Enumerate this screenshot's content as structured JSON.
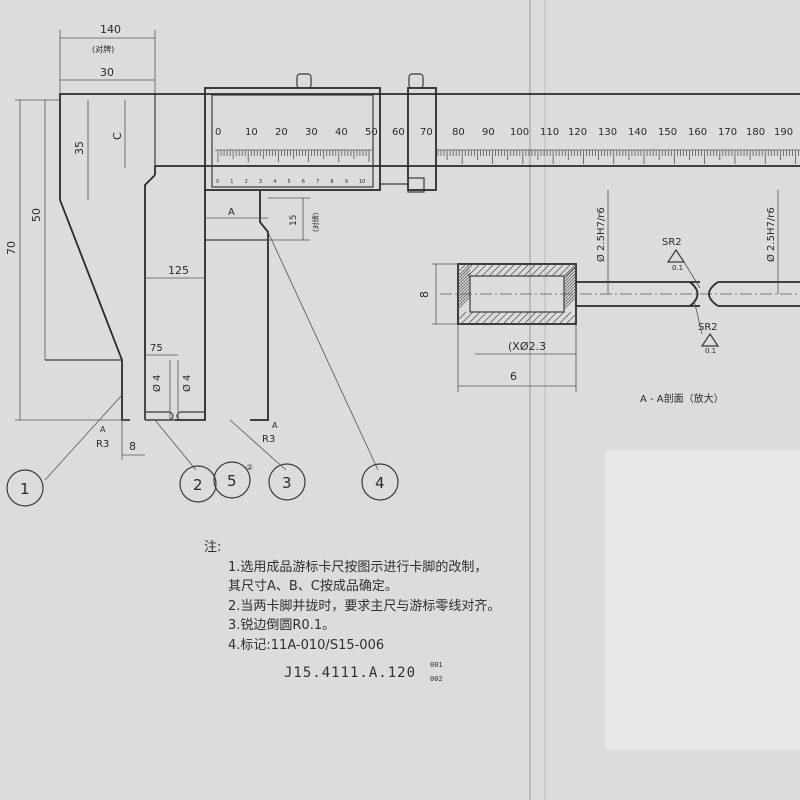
{
  "drawing": {
    "top_dims": {
      "d140": "140",
      "d140_note": "(对牌)",
      "d30": "30"
    },
    "left_dims": {
      "d70": "70",
      "d50": "50",
      "d35": "35",
      "dC": "C"
    },
    "mid_dims": {
      "dA": "A",
      "d15": "15",
      "d15_note": "(对牌)",
      "d125": "125",
      "d75": "75",
      "phi4a": "Ø 4",
      "phi4b": "Ø 4",
      "d8": "8",
      "r3a": "R3",
      "r3b": "R3",
      "a_mark_left": "A",
      "a_mark_right": "A"
    },
    "vernier_scale": [
      "0",
      "10",
      "20",
      "30",
      "40",
      "50"
    ],
    "vernier_fine": [
      "0",
      "1",
      "2",
      "3",
      "4",
      "5",
      "6",
      "7",
      "8",
      "9",
      "10"
    ],
    "main_scale": [
      "60",
      "70",
      "80",
      "90",
      "100",
      "110",
      "120",
      "130",
      "140",
      "150",
      "160",
      "170",
      "180",
      "190"
    ],
    "balloons": [
      "1",
      "2",
      "5",
      "3",
      "4"
    ],
    "balloon5_sub": "②",
    "section": {
      "d8": "8",
      "xphi": "(XØ2.3",
      "d6": "6",
      "fit1": "Ø 2.5H7/r6",
      "fit2": "Ø 2.5H7/r6",
      "sr2a": "SR2",
      "sr2a_tol": "0.1",
      "sr2b": "SR2",
      "sr2b_tol": "0.1",
      "caption": "A - A剖面（放大）"
    }
  },
  "notes": {
    "title": "注:",
    "lines": [
      "1.选用成品游标卡尺按图示进行卡脚的改制，",
      "   其尺寸A、B、C按成品确定。",
      "2.当两卡脚并拢时，要求主尺与游标零线对齐。",
      "3.锐边倒圆R0.1。",
      "4.标记:11A-010/S15-006"
    ],
    "drawing_number": "J15.4111.A.120",
    "drawing_number_sup1": "001",
    "drawing_number_sup2": "002"
  }
}
